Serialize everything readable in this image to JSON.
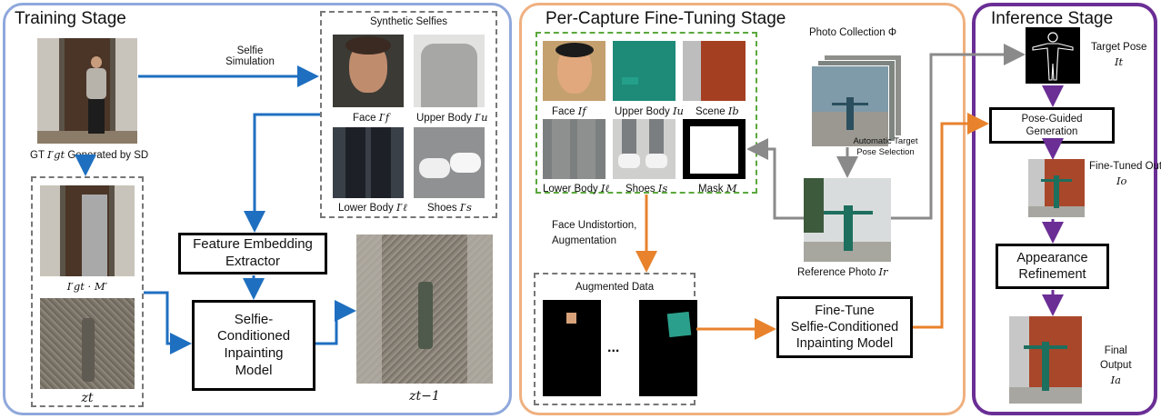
{
  "stages": {
    "training": {
      "title": "Training Stage",
      "selfie_simulation": "Selfie\nSimulation",
      "synthetic_selfies_title": "Synthetic Selfies",
      "selfie_labels": {
        "face": "Face",
        "upper": "Upper Body",
        "lower": "Lower Body",
        "shoes": "Shoes"
      },
      "gt_caption_prefix": "GT",
      "gt_caption_suffix": "Generated by SD",
      "masked_caption": "I′gt · M′",
      "zt_caption": "zt",
      "zt1_caption": "zt−1",
      "feature_block": "Feature Embedding\nExtractor",
      "inpainting_block": "Selfie-\nConditioned\nInpainting\nModel",
      "math": {
        "face": "I′f",
        "upper": "I′u",
        "lower": "I′ℓ",
        "shoes": "I′s",
        "gt": "I′gt"
      }
    },
    "finetune": {
      "title": "Per-Capture Fine-Tuning Stage",
      "labels": {
        "face": "Face",
        "upper": "Upper Body",
        "scene": "Scene",
        "lower": "Lower Body",
        "shoes": "Shoes",
        "mask": "Mask"
      },
      "math": {
        "face": "If",
        "upper": "Iu",
        "scene": "Ib",
        "lower": "Iℓ",
        "shoes": "Is",
        "mask": "M",
        "ref": "Ir"
      },
      "photo_collection": "Photo Collection Φ",
      "auto_pose": "Automatic Target\nPose Selection",
      "reference_photo": "Reference Photo",
      "face_undistortion": "Face Undistortion,\nAugmentation",
      "augmented_data": "Augmented Data",
      "ellipsis": "...",
      "finetune_block": "Fine-Tune\nSelfie-Conditioned\nInpainting Model"
    },
    "inference": {
      "title": "Inference Stage",
      "target_pose": "Target Pose",
      "target_pose_math": "It",
      "pose_guided": "Pose-Guided\nGeneration",
      "finetuned_output": "Fine-Tuned\nOutput",
      "finetuned_math": "Io",
      "appearance_block": "Appearance\nRefinement",
      "final_output": "Final\nOutput",
      "final_math": "Ia"
    }
  },
  "colors": {
    "training_border": "#8fa8dc",
    "finetune_border": "#efb07f",
    "inference_border": "#6a2e95",
    "blue_arrow": "#1f6fc0",
    "orange_arrow": "#e8822c",
    "gray_arrow": "#8a8a8a",
    "purple_arrow": "#6a2e95",
    "green_dash": "#5aa83b"
  }
}
